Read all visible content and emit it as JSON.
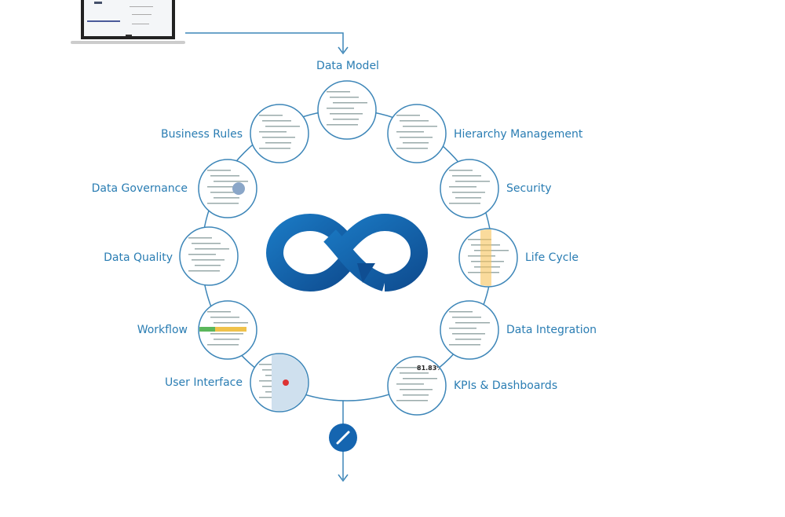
{
  "title": "Data Model",
  "colors": {
    "accent": "#2a7db3",
    "ring": "#3d86b8",
    "logo": "#1565b0",
    "dark": "#0d4f8f"
  },
  "modules": [
    {
      "label": "Data Model",
      "side": "top"
    },
    {
      "label": "Hierarchy Management",
      "side": "right"
    },
    {
      "label": "Security",
      "side": "right"
    },
    {
      "label": "Life Cycle",
      "side": "right"
    },
    {
      "label": "Data Integration",
      "side": "right"
    },
    {
      "label": "KPIs & Dashboards",
      "side": "right"
    },
    {
      "label": "User Interface",
      "side": "left"
    },
    {
      "label": "Workflow",
      "side": "left"
    },
    {
      "label": "Data Quality",
      "side": "left"
    },
    {
      "label": "Data Governance",
      "side": "left"
    },
    {
      "label": "Business Rules",
      "side": "left"
    }
  ],
  "kpi_value": "81.83%",
  "icons": {
    "center": "infinity-cycle-icon",
    "bottom": "wrench-icon"
  }
}
